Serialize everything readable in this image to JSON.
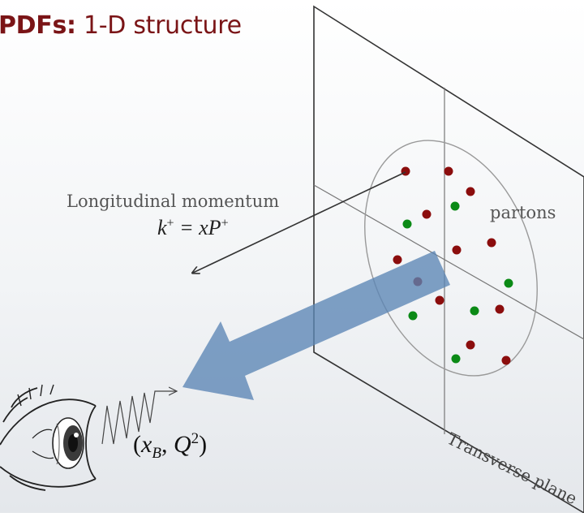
{
  "title": {
    "bold": "PDFs:",
    "rest": " 1-D structure"
  },
  "labels": {
    "longitudinal": "Longitudinal momentum",
    "k_plus": {
      "lhs": "k",
      "eq": " = x",
      "rhs": "P"
    },
    "partons": "partons",
    "transverse_plane": "Transverse plane",
    "observable": {
      "x": "x",
      "x_sub": "B",
      "sep": ", ",
      "q": "Q",
      "q_sup": "2"
    }
  },
  "colors": {
    "title": "#7a1416",
    "red_parton": "#8b0d0d",
    "green_parton": "#0b8a16",
    "arrow": "#5b85b5"
  },
  "icons": [
    "eye-icon",
    "photon-wave-icon"
  ]
}
